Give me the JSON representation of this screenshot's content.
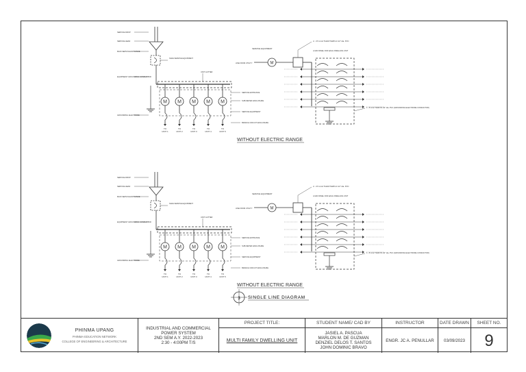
{
  "diagrams": [
    {
      "caption": "WITHOUT ELECTRIC RANGE",
      "feeder_label": "2 - 3.5 mm2 THHN/THWN-2 1/2\" dia. PVC",
      "main_symbol": "M",
      "unit_labels": [
        "TO UNIT 1",
        "TO UNIT 2",
        "TO UNIT 3",
        "TO UNIT 4",
        "TO UNIT 5"
      ],
      "meter_symbol": "M"
    },
    {
      "caption": "WITHOUT ELECTRIC RANGE",
      "feeder_label": "2 - 3.5 mm2 THHN/THWN-2 1/2\" dia. PVC",
      "main_symbol": "M",
      "unit_labels": [
        "TO UNIT 1",
        "TO UNIT 2",
        "TO UNIT 3",
        "TO UNIT 4",
        "TO UNIT 5"
      ],
      "meter_symbol": "M"
    }
  ],
  "left_labels": [
    "SERVICE DROP",
    "SERVICE HEAD",
    "MAIN SERVICE ENTRANCE",
    "EQUIPMENT GROUNDING CONDUCTOR",
    "GROUNDING ELECTRODE"
  ],
  "right_labels": [
    "SAFE SERVICE EQUIPMENT",
    "UNIT GUTTER",
    "SERVICE ENTRANCE",
    "SUB-METER ENCLOSURE",
    "SERVICE EQUIPMENT",
    "BRANCH CIRCUIT ENCLOSURE"
  ],
  "panel_title": "LOAD PANEL FOR EACH DWELLING UNIT",
  "service_equipment": "SERVICE EQUIPMENT",
  "ground_label": "1 - 8 mm2 THHN IN 1/2\" dia. PVC (GROUNDING ELECTRODE CONDUCTOR)",
  "footer_title": "SINGLE LINE DIAGRAM",
  "footer_num": "3",
  "titleblock": {
    "school": "PHINMA UPANG",
    "school_sub1": "PHINMA EDUCATION NETWORK",
    "school_sub2": "COLLEGE OF ENGINEERING & ARCHITECTURE",
    "course1": "INDUSTRIAL AND COMMERCIAL",
    "course2": "POWER SYSTEM",
    "course3": "2ND SEM A.Y. 2022-2023",
    "course4": "2:30 - 4:00PM T/S",
    "project_head": "PROJECT TITLE:",
    "project_title": "MULTI FAMILY DWELLING UNIT",
    "students_head": "STUDENT NAME/ CAD BY",
    "students": [
      "JASIEL A. PASCUA",
      "MARLON M. DE GUZMAN",
      "DENZIEL DELOS T. SANTOS",
      "JOHN DOMINIC BRAVO"
    ],
    "instructor_head": "INSTRUCTOR",
    "instructor": "ENGR. JC A. PENULLAR",
    "date_head": "DATE DRAWN",
    "date": "03/09/2023",
    "sheet_head": "SHEET NO.",
    "sheet_no": "9"
  },
  "colors": {
    "line": "#333333",
    "logo_dark": "#1b3a4b",
    "logo_green": "#3aa84a",
    "logo_yellow": "#e8c12b"
  }
}
